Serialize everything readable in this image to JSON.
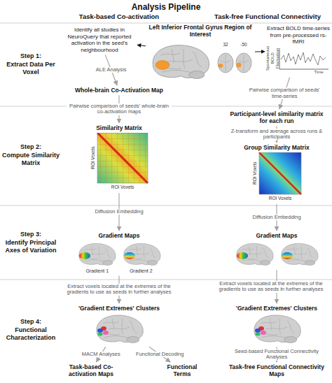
{
  "diagram": {
    "title": "Analysis Pipeline",
    "nodes": [
      {
        "text": [
          "Identify all studies in NeuroQuery that reported activation in the seed's neighbourhood"
        ]
      },
      {
        "text": [
          "Left Inferior Frontal Gyrus Region of Interest"
        ]
      },
      {
        "text": [
          "Extract BOLD time-series from pre-processed rs-fMRI"
        ]
      },
      {
        "text": [
          "Whole-brain Co-Activation Map"
        ]
      },
      {
        "text": [
          "Participant-level similarity matrix for each run"
        ]
      },
      {
        "text": [
          "Similarity Matrix"
        ]
      },
      {
        "text": [
          "Group Similarity Matrix"
        ]
      },
      {
        "text": [
          "Gradient Maps",
          "Gradient 1",
          "Gradient 2"
        ]
      },
      {
        "text": [
          "Gradient Maps"
        ]
      },
      {
        "text": [
          "'Gradient Extremes' Clusters"
        ]
      },
      {
        "text": [
          "'Gradient Extremes' Clusters"
        ]
      },
      {
        "text": [
          "Task-based Co-activation Maps"
        ]
      },
      {
        "text": [
          "Functional Terms"
        ]
      },
      {
        "text": [
          "Task-free Functional Connectivity Maps"
        ]
      }
    ],
    "edges": [
      {
        "from": 1,
        "to": 0,
        "arrow": "to"
      },
      {
        "from": 1,
        "to": 2,
        "arrow": "to"
      },
      {
        "from": 0,
        "to": 3,
        "arrow": "to",
        "label": "ALE Analysis"
      },
      {
        "from": 3,
        "to": 5,
        "arrow": "to",
        "label": "Pairwise comparison of seeds' whole-brain co-activation maps"
      },
      {
        "from": 2,
        "to": 4,
        "arrow": "to",
        "label": "Pairwise comparison of seeds' time-series"
      },
      {
        "from": 4,
        "to": 6,
        "arrow": "to",
        "label": "Z-transform and average across runs & participants"
      },
      {
        "from": 5,
        "to": 7,
        "arrow": "to",
        "label": "Diffusion Embedding"
      },
      {
        "from": 6,
        "to": 8,
        "arrow": "to",
        "label": "Diffusion Embedding"
      },
      {
        "from": 7,
        "to": 9,
        "arrow": "to",
        "label": "Extract voxels located at the extremes of the gradients to use as seeds in further analyses"
      },
      {
        "from": 8,
        "to": 10,
        "arrow": "to",
        "label": "Extract voxels located at the extremes of the gradients to use as seeds in further analyses"
      },
      {
        "from": 9,
        "to": 11,
        "arrow": "to",
        "label": "MACM Analyses"
      },
      {
        "from": 9,
        "to": 12,
        "arrow": "to",
        "label": "Functional Decoding"
      },
      {
        "from": 10,
        "to": 13,
        "arrow": "to",
        "label": "Seed-based Functional Connectivity Analyses"
      }
    ],
    "labels": [
      "Task-based Co-activation",
      "Task-free Functional Connectivity",
      "Step 1:",
      "Extract Data Per Voxel",
      "Step 2:",
      "Compute Similarity Matrix",
      "Step 3:",
      "Identify Principal Axes of Variation",
      "Step 4:",
      "Functional Characterization",
      "32",
      "-50",
      "Spontaneous BOLD Fluctuation",
      "Time",
      "ROI Voxels",
      "ROI Voxels",
      "ROI Voxels",
      "ROI Voxels"
    ]
  }
}
